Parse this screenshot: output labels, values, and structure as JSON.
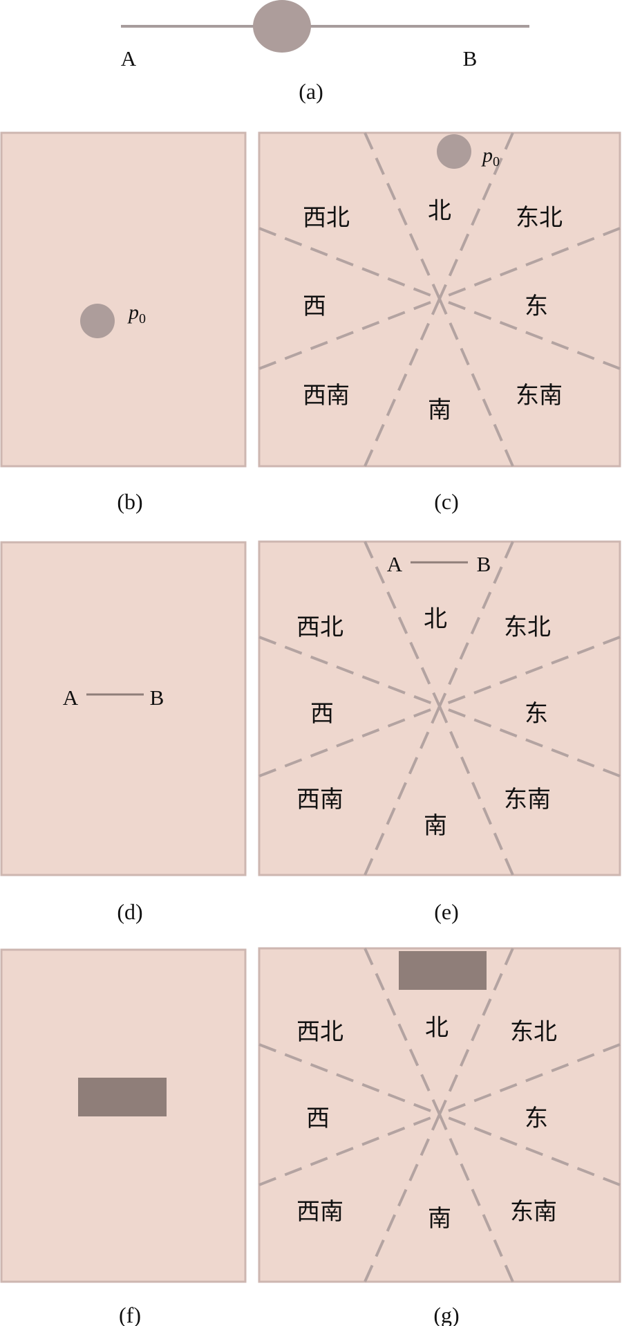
{
  "colors": {
    "panel_fill": "#eed7ce",
    "panel_border": "#cdb6b0",
    "gray_line": "#a79c9c",
    "object_dot": "#ad9d9b",
    "object_rect": "#8f7e79",
    "dash": "#b3a3a1"
  },
  "panel_a": {
    "label_a": "A",
    "label_b": "B",
    "caption": "(a)"
  },
  "panel_b": {
    "point_label": "p",
    "point_sub": "0",
    "caption": "(b)"
  },
  "panel_c": {
    "point_label": "p",
    "point_sub": "0",
    "caption": "(c)"
  },
  "panel_d": {
    "label_a": "A",
    "label_b": "B",
    "caption": "(d)"
  },
  "panel_e": {
    "label_a": "A",
    "label_b": "B",
    "caption": "(e)"
  },
  "panel_f": {
    "caption": "(f)"
  },
  "panel_g": {
    "caption": "(g)"
  },
  "directions": {
    "north": "北",
    "northeast": "东北",
    "east": "东",
    "southeast": "东南",
    "south": "南",
    "southwest": "西南",
    "west": "西",
    "northwest": "西北"
  }
}
